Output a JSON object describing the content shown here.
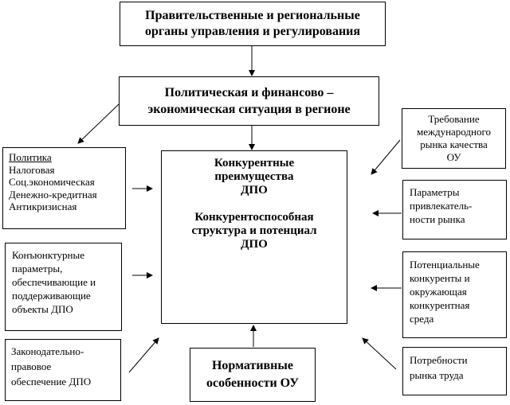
{
  "boxes": {
    "government": {
      "lines": [
        "Правительственные и региональные",
        "органы управления и регулирования"
      ]
    },
    "political": {
      "lines": [
        "Политическая и финансово –",
        "экономическая ситуация в регионе"
      ]
    },
    "center": {
      "block1": [
        "Конкурентные",
        "преимущества",
        "ДПО"
      ],
      "block2": [
        "Конкурентоспособная",
        "структура и потенциал",
        "ДПО"
      ]
    },
    "normative": {
      "lines": [
        "Нормативные",
        "особенности ОУ"
      ]
    },
    "politics": {
      "heading": "Политика",
      "lines": [
        "Налоговая",
        "Соц.экономическая",
        "Денежно-кредитная",
        "Антикризисная"
      ]
    },
    "conjuncture": {
      "lines": [
        "Конъюнктурные",
        "параметры,",
        "обеспечивающие и",
        "поддерживающие",
        "объекты ДПО"
      ]
    },
    "legislation": {
      "lines": [
        "Законодательно-",
        "правовое",
        "обеспечение ДПО"
      ]
    },
    "requirement": {
      "lines": [
        "Требование",
        "международного",
        "рынка качества",
        "ОУ"
      ]
    },
    "parameters": {
      "lines": [
        "Параметры",
        "привлекатель-",
        "ности  рынка"
      ]
    },
    "competitors": {
      "lines": [
        "Потенциальные",
        "конкуренты и",
        "окружающая",
        "конкурентная",
        "среда"
      ]
    },
    "needs": {
      "lines": [
        "Потребности",
        "рынка труда"
      ]
    }
  }
}
